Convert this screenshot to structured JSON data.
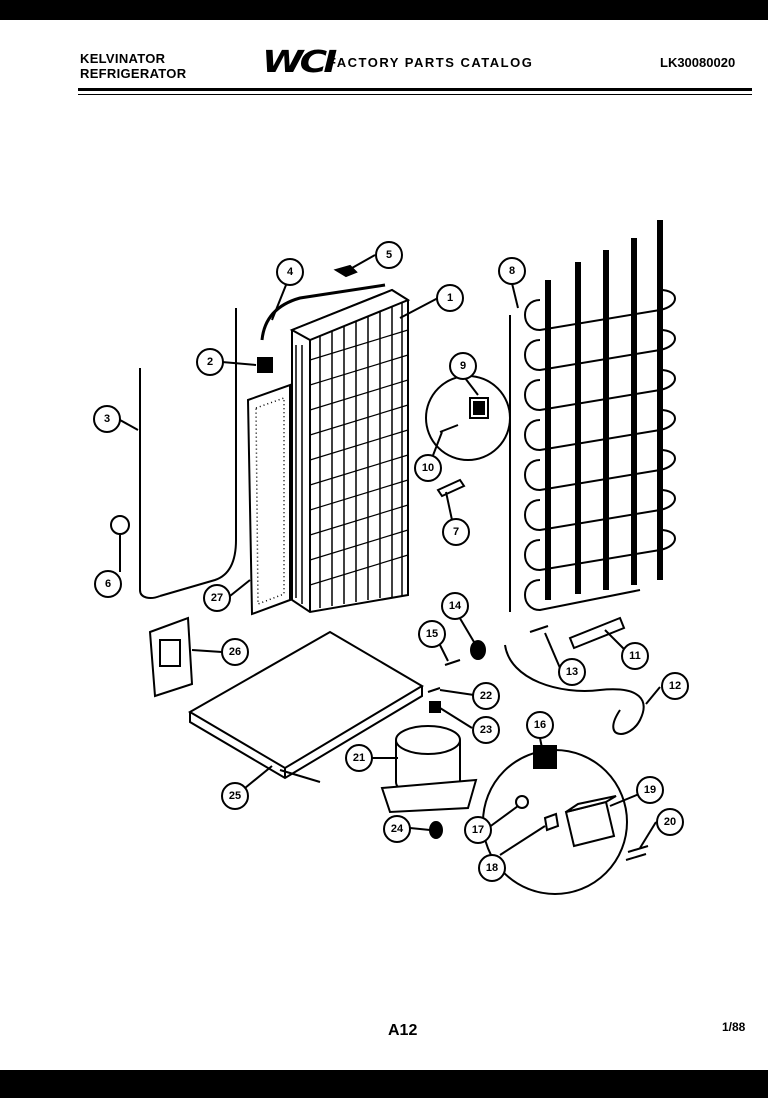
{
  "header": {
    "brand_line1": "KELVINATOR",
    "brand_line2": "REFRIGERATOR",
    "logo": "WCI",
    "catalog_title": "FACTORY PARTS CATALOG",
    "model_number": "LK30080020"
  },
  "footer": {
    "page_code": "A12",
    "date_code": "1/88"
  },
  "callouts": [
    "1",
    "2",
    "3",
    "4",
    "5",
    "6",
    "7",
    "8",
    "9",
    "10",
    "11",
    "12",
    "13",
    "14",
    "15",
    "16",
    "17",
    "18",
    "19",
    "20",
    "21",
    "22",
    "23",
    "24",
    "25",
    "26",
    "27"
  ],
  "colors": {
    "ink": "#000000",
    "paper": "#ffffff"
  }
}
